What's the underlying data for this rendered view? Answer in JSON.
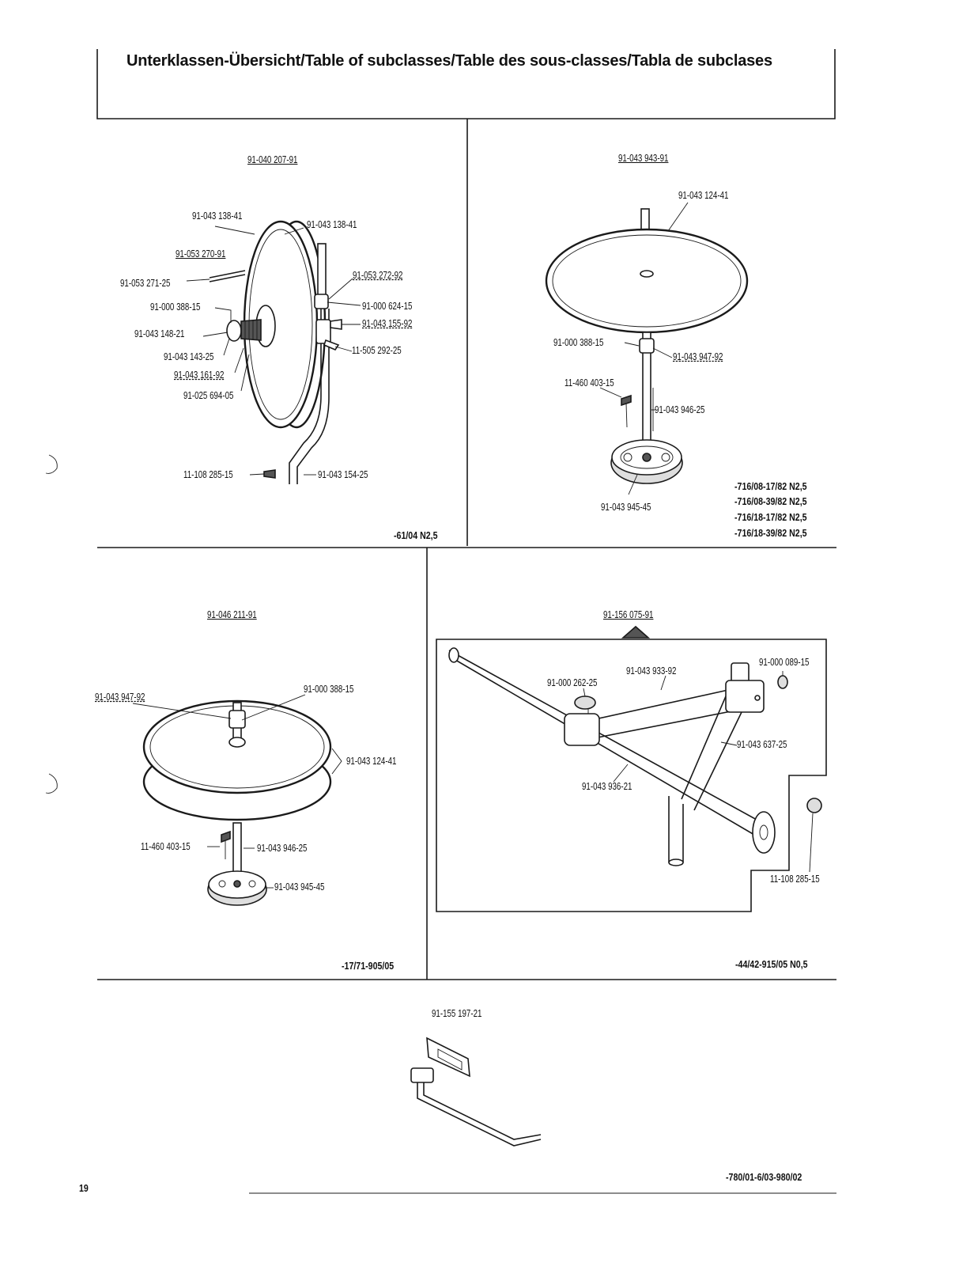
{
  "header": {
    "title": "Unterklassen-Übersicht/Table of subclasses/Table des sous-classes/Tabla de subclases"
  },
  "panels": {
    "p1": {
      "title": "91-040 207-91",
      "code": "-61/04 N2,5",
      "labels": {
        "a": "91-043 138-41",
        "b": "91-043 138-41",
        "c": "91-053 270-91",
        "d": "91-053 271-25",
        "e": "91-053 272-92",
        "f": "91-000 388-15",
        "g": "91-000 624-15",
        "h": "91-043 155-92",
        "i": "91-043 148-21",
        "j": "11-505 292-25",
        "k": "91-043 143-25",
        "l": "91-043 161-92",
        "m": "91-025 694-05",
        "n": "11-108 285-15",
        "o": "91-043 154-25"
      }
    },
    "p2": {
      "title": "91-043 943-91",
      "codes": [
        "-716/08-17/82 N2,5",
        "-716/08-39/82 N2,5",
        "-716/18-17/82 N2,5",
        "-716/18-39/82 N2,5"
      ],
      "labels": {
        "a": "91-043 124-41",
        "b": "91-000 388-15",
        "c": "91-043 947-92",
        "d": "11-460 403-15",
        "e": "91-043 946-25",
        "f": "91-043 945-45"
      }
    },
    "p3": {
      "title": "91-046 211-91",
      "code": "-17/71-905/05",
      "labels": {
        "a": "91-043 947-92",
        "b": "91-000 388-15",
        "c": "91-043 124-41",
        "d": "11-460 403-15",
        "e": "91-043 946-25",
        "f": "91-043 945-45"
      }
    },
    "p4": {
      "title": "91-156 075-91",
      "code": "-44/42-915/05 N0,5",
      "labels": {
        "a": "91-000 089-15",
        "b": "91-043 933-92",
        "c": "91-000 262-25",
        "d": "91-043 637-25",
        "e": "91-043 936-21",
        "f": "11-108 285-15"
      }
    },
    "p5": {
      "title": "91-155 197-21",
      "code": "-780/01-6/03-980/02"
    }
  },
  "footer": {
    "page_number": "19"
  }
}
